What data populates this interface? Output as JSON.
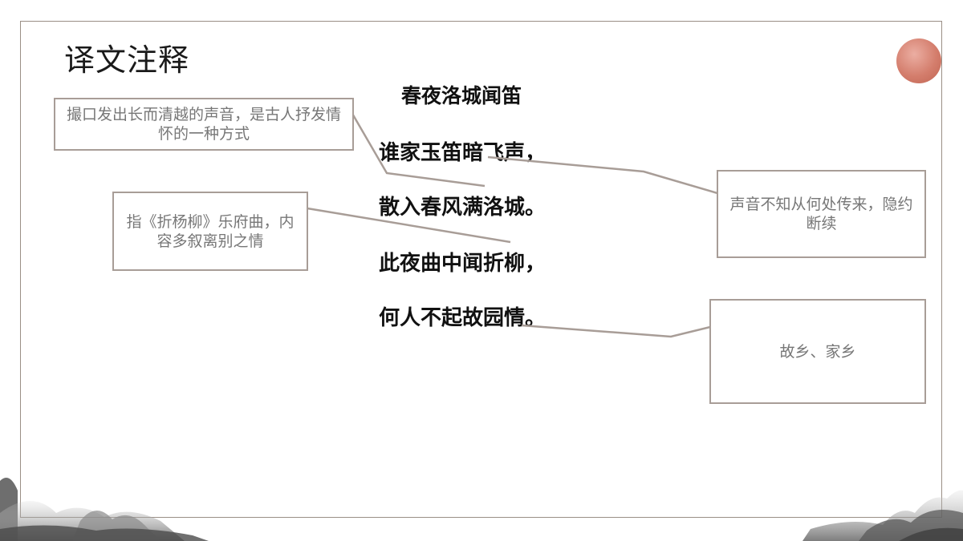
{
  "slide": {
    "title": "译文注释"
  },
  "poem": {
    "title": "春夜洛城闻笛",
    "lines": [
      "谁家玉笛暗飞声，",
      "散入春风满洛城。",
      "此夜曲中闻折柳，",
      "何人不起故园情。"
    ]
  },
  "notes": {
    "an": "撮口发出长而清越的声音，是古人抒发情怀的一种方式",
    "zheliu": "指《折杨柳》乐府曲，内容多叙离别之情",
    "anfeisheng": "声音不知从何处传来，隐约断续",
    "guyuan": "故乡、家乡"
  },
  "colors": {
    "box_border": "#a89d97",
    "leader_line": "#a89d97",
    "note_text": "#777777",
    "sun": "#cf6f5c"
  }
}
